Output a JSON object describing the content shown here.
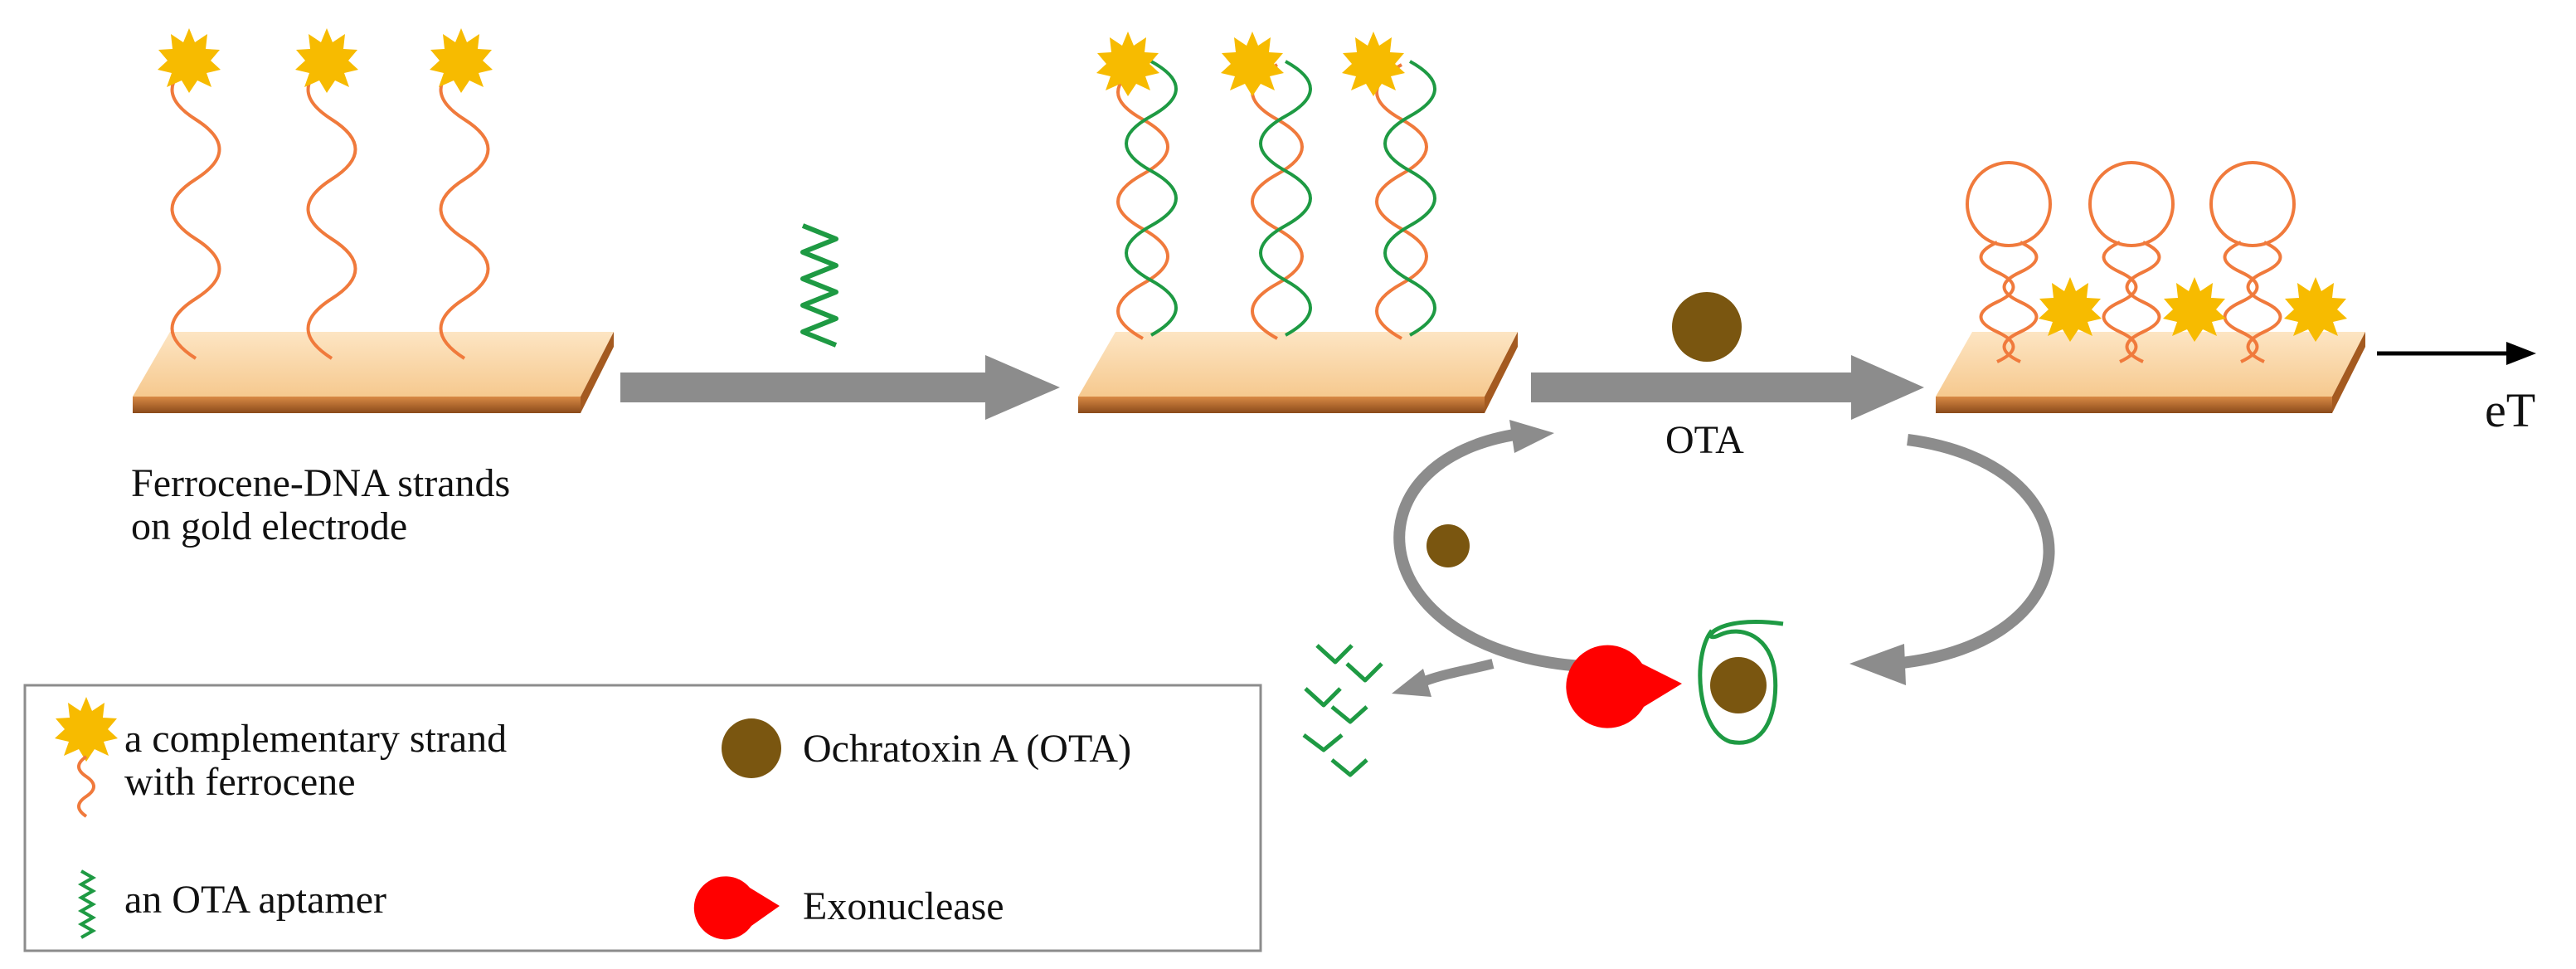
{
  "labels": {
    "substrate_line1": "Ferrocene-DNA strands",
    "substrate_line2": "on gold electrode",
    "ota": "OTA",
    "eT": "eT"
  },
  "legend": {
    "complementary_line1": "a complementary strand",
    "complementary_line2": "with ferrocene",
    "aptamer": "an OTA aptamer",
    "ochratoxin": "Ochratoxin A (OTA)",
    "exonuclease": "Exonuclease"
  },
  "colors": {
    "ferrocene_star": "#f7bb00",
    "dna_orange": "#f07a3c",
    "aptamer_green": "#1e9a43",
    "ota_brown": "#7a5610",
    "exonuclease_red": "#ff0000",
    "arrow_gray": "#8c8c8c",
    "gold_top": "#fbdcb0",
    "gold_edge": "#b8692a"
  }
}
